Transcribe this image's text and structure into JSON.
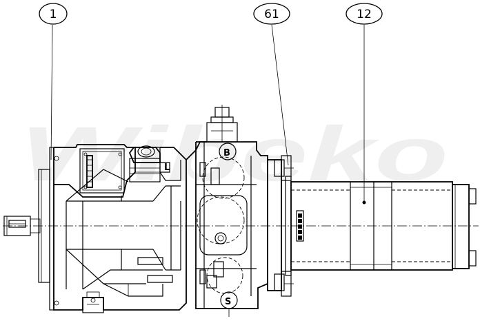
{
  "watermark": "Wibeko",
  "callouts": [
    {
      "label": "1"
    },
    {
      "label": "61"
    },
    {
      "label": "12"
    }
  ],
  "ports": {
    "b": "B",
    "s": "S",
    "l": "L"
  },
  "colors": {
    "line": "#000000",
    "background": "#ffffff",
    "watermark": "#efefef"
  }
}
